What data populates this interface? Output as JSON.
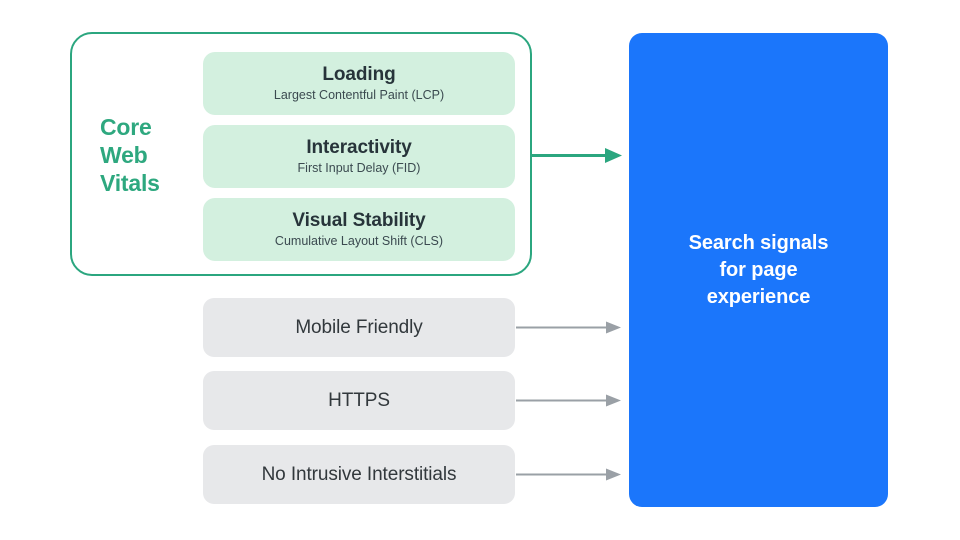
{
  "diagram": {
    "title": "Search signals for page experience",
    "colors": {
      "green_border": "#2ba67f",
      "green_label_text": "#2ea87f",
      "green_card_fill": "#d3f0df",
      "gray_box_fill": "#e7e8ea",
      "blue_box_fill": "#1b76fb",
      "dark_text": "#27343a",
      "gray_arrow": "#9aa0a6",
      "white_text": "#ffffff",
      "background": "#ffffff"
    }
  },
  "core_web_vitals": {
    "group_label": "Core Web Vitals",
    "group_label_lines": [
      "Core",
      "Web",
      "Vitals"
    ],
    "cards": [
      {
        "title": "Loading",
        "subtitle": "Largest Contentful Paint (LCP)",
        "metric_abbr": "LCP"
      },
      {
        "title": "Interactivity",
        "subtitle": "First Input Delay (FID)",
        "metric_abbr": "FID"
      },
      {
        "title": "Visual Stability",
        "subtitle": "Cumulative Layout Shift (CLS)",
        "metric_abbr": "CLS"
      }
    ]
  },
  "other_signals": [
    {
      "label": "Mobile Friendly"
    },
    {
      "label": "HTTPS"
    },
    {
      "label": "No Intrusive Interstitials"
    }
  ],
  "result": {
    "lines": [
      "Search signals",
      "for page",
      "experience"
    ],
    "text": "Search signals for page experience"
  },
  "arrows": [
    {
      "name": "core-web-vitals-arrow",
      "color": "#2ba67f",
      "from": "core-web-vitals-group",
      "to": "search-signals-box"
    },
    {
      "name": "mobile-friendly-arrow",
      "color": "#9aa0a6",
      "from": "signal-mobile-friendly",
      "to": "search-signals-box"
    },
    {
      "name": "https-arrow",
      "color": "#9aa0a6",
      "from": "signal-https",
      "to": "search-signals-box"
    },
    {
      "name": "no-intrusive-interstitials-arrow",
      "color": "#9aa0a6",
      "from": "signal-no-intrusive-interstitials",
      "to": "search-signals-box"
    }
  ]
}
